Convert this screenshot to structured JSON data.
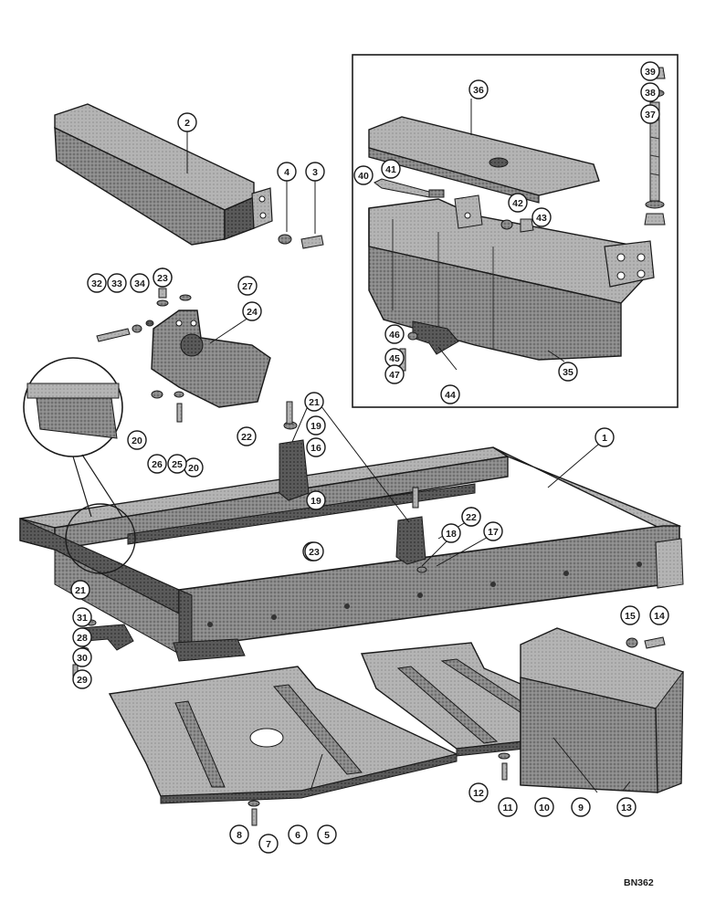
{
  "diagram": {
    "ref_code": "BN362",
    "callouts": [
      "1",
      "2",
      "3",
      "4",
      "5",
      "6",
      "7",
      "8",
      "9",
      "10",
      "11",
      "12",
      "13",
      "14",
      "15",
      "16",
      "17",
      "18",
      "19",
      "19",
      "20",
      "20",
      "20",
      "21",
      "21",
      "21",
      "22",
      "22",
      "22",
      "23",
      "23",
      "24",
      "25",
      "26",
      "27",
      "28",
      "29",
      "30",
      "31",
      "32",
      "33",
      "34",
      "35",
      "36",
      "37",
      "38",
      "39",
      "40",
      "41",
      "42",
      "43",
      "44",
      "45",
      "46",
      "47"
    ]
  }
}
